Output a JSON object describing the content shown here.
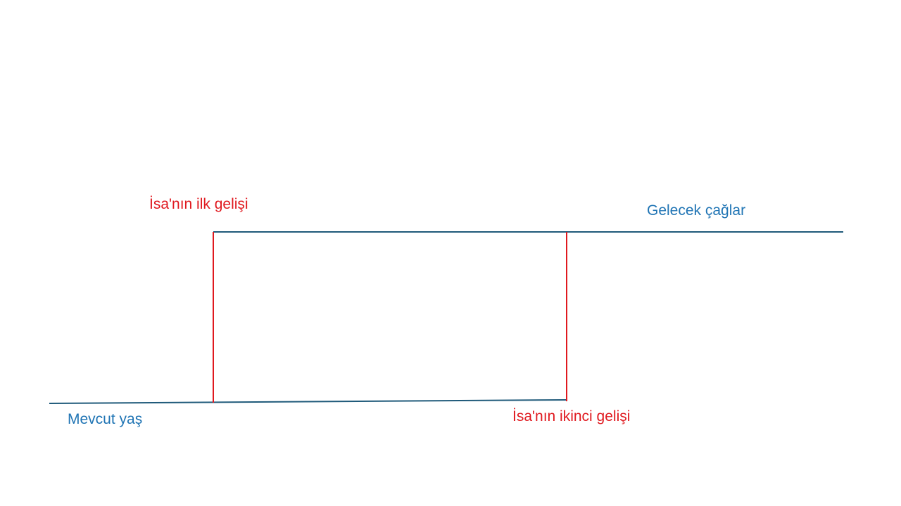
{
  "diagram": {
    "present_age_label": "Mevcut yaş",
    "future_ages_label": "Gelecek çağlar",
    "first_coming_label": "İsa'nın ilk gelişi",
    "second_coming_label": "İsa'nın ikinci gelişi"
  },
  "colors": {
    "age_line": "#1f5a7a",
    "coming_line": "#e0191f",
    "age_text": "#1f74b4",
    "coming_text": "#e0191f"
  }
}
